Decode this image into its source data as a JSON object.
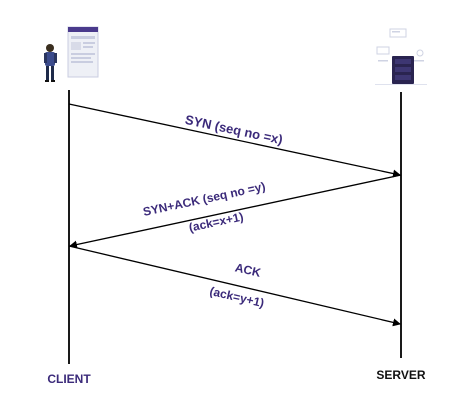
{
  "endpoints": {
    "client": {
      "label": "CLIENT",
      "color": "#3b2a7a"
    },
    "server": {
      "label": "SERVER",
      "color": "#111111"
    }
  },
  "messages": [
    {
      "id": "syn",
      "label": "SYN (seq no =x)",
      "direction": "client-to-server"
    },
    {
      "id": "synack",
      "label": "SYN+ACK (seq no =y)",
      "sublabel": "(ack=x+1)",
      "direction": "server-to-client"
    },
    {
      "id": "ack",
      "label": "ACK",
      "sublabel": "(ack=y+1)",
      "direction": "client-to-server"
    }
  ],
  "colors": {
    "line": "#000000",
    "label_text": "#3b2a7a",
    "accent": "#4a3a8c",
    "server_rack": "#2a2450"
  }
}
